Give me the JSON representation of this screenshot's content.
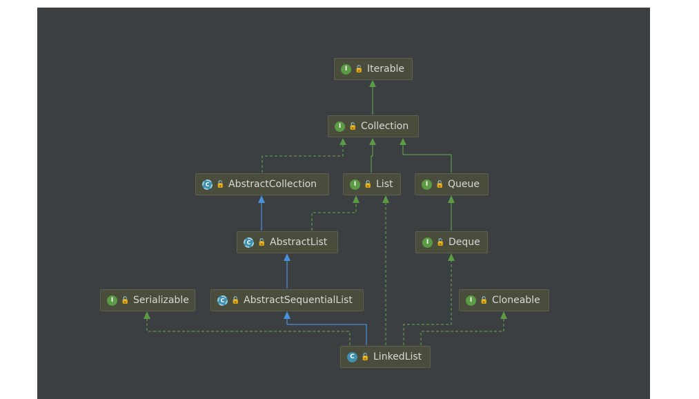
{
  "diagram": {
    "nodes": [
      {
        "id": "iterable",
        "label": "Iterable",
        "kind": "interface",
        "badge": "I"
      },
      {
        "id": "collection",
        "label": "Collection",
        "kind": "interface",
        "badge": "I"
      },
      {
        "id": "abstract_collection",
        "label": "AbstractCollection",
        "kind": "abstract-class",
        "badge": "C"
      },
      {
        "id": "list",
        "label": "List",
        "kind": "interface",
        "badge": "I"
      },
      {
        "id": "queue",
        "label": "Queue",
        "kind": "interface",
        "badge": "I"
      },
      {
        "id": "abstract_list",
        "label": "AbstractList",
        "kind": "abstract-class",
        "badge": "C"
      },
      {
        "id": "deque",
        "label": "Deque",
        "kind": "interface",
        "badge": "I"
      },
      {
        "id": "serializable",
        "label": "Serializable",
        "kind": "interface",
        "badge": "I"
      },
      {
        "id": "abstract_sequential_list",
        "label": "AbstractSequentialList",
        "kind": "abstract-class",
        "badge": "C"
      },
      {
        "id": "cloneable",
        "label": "Cloneable",
        "kind": "interface",
        "badge": "I"
      },
      {
        "id": "linked_list",
        "label": "LinkedList",
        "kind": "class",
        "badge": "C"
      }
    ],
    "edges": [
      {
        "from": "collection",
        "to": "iterable",
        "type": "extends-interface"
      },
      {
        "from": "abstract_collection",
        "to": "collection",
        "type": "implements"
      },
      {
        "from": "list",
        "to": "collection",
        "type": "extends-interface"
      },
      {
        "from": "queue",
        "to": "collection",
        "type": "extends-interface"
      },
      {
        "from": "abstract_list",
        "to": "abstract_collection",
        "type": "extends-class"
      },
      {
        "from": "abstract_list",
        "to": "list",
        "type": "implements"
      },
      {
        "from": "deque",
        "to": "queue",
        "type": "extends-interface"
      },
      {
        "from": "abstract_sequential_list",
        "to": "abstract_list",
        "type": "extends-class"
      },
      {
        "from": "linked_list",
        "to": "abstract_sequential_list",
        "type": "extends-class"
      },
      {
        "from": "linked_list",
        "to": "serializable",
        "type": "implements"
      },
      {
        "from": "linked_list",
        "to": "list",
        "type": "implements"
      },
      {
        "from": "linked_list",
        "to": "deque",
        "type": "implements"
      },
      {
        "from": "linked_list",
        "to": "cloneable",
        "type": "implements"
      }
    ],
    "colors": {
      "background": "#3c3f41",
      "node_fill": "#4a4c3c",
      "interface_edge": "#5c9b45",
      "class_edge": "#4a90d9"
    }
  }
}
